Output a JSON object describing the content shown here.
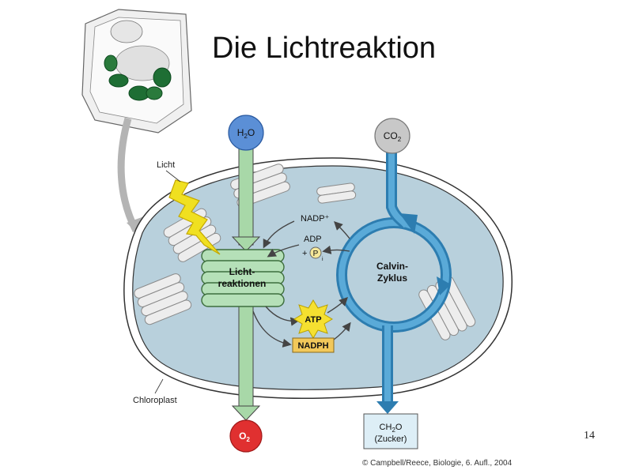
{
  "slide": {
    "title": "Die Lichtreaktion",
    "page_number": "14",
    "credit": "© Campbell/Reece, Biologie, 6. Aufl., 2004"
  },
  "diagram": {
    "label_light": "Licht",
    "label_chloroplast": "Chloroplast",
    "h2o_main": "H",
    "h2o_sub": "2",
    "h2o_end": "O",
    "co2_main": "CO",
    "co2_sub": "2",
    "light_reactions_line1": "Licht-",
    "light_reactions_line2": "reaktionen",
    "calvin_line1": "Calvin-",
    "calvin_line2": "Zyklus",
    "nadp_plus": "NADP⁺",
    "adp": "ADP",
    "plus_pi_plus": "+",
    "pi_letter": "P",
    "pi_sub": "i",
    "atp": "ATP",
    "nadph": "NADPH",
    "o2_main": "O",
    "o2_sub": "2",
    "sugar_line1_main": "CH",
    "sugar_line1_sub": "2",
    "sugar_line1_end": "O",
    "sugar_line2": "(Zucker)"
  },
  "colors": {
    "stroma": "#b8d0dc",
    "green_arrow": "#a8d8a8",
    "blue_cycle": "#3a8fc0",
    "h2o_circle": "#5b8fd6",
    "o2_circle": "#e03030",
    "co2_circle": "#c8c8c8",
    "atp_star": "#f5e030",
    "nadph_box": "#f2c85a",
    "lightning": "#f0e020"
  }
}
